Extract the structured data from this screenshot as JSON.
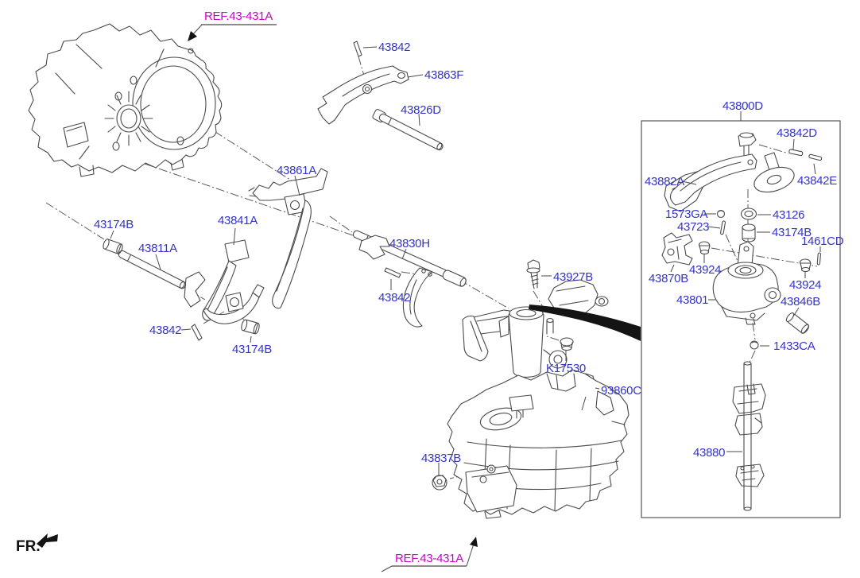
{
  "diagram": {
    "kind": "gear-shift-control-parts-diagram",
    "front_marker": "FR.",
    "assembly_box_part": "43800D"
  },
  "colors": {
    "part_label_blue": "#3434c8",
    "reference_magenta": "#cc00cc",
    "line_gray": "#4a4a4a"
  },
  "title_refs": {
    "top": "REF.43-431A",
    "bottom": "REF.43-431A"
  },
  "callouts": [
    {
      "id": "43842-top",
      "text": "43842"
    },
    {
      "id": "43863F",
      "text": "43863F"
    },
    {
      "id": "43826D",
      "text": "43826D"
    },
    {
      "id": "43800D",
      "text": "43800D"
    },
    {
      "id": "43861A",
      "text": "43861A"
    },
    {
      "id": "43882A",
      "text": "43882A"
    },
    {
      "id": "43842D",
      "text": "43842D"
    },
    {
      "id": "43842E",
      "text": "43842E"
    },
    {
      "id": "1573GA",
      "text": "1573GA"
    },
    {
      "id": "43126",
      "text": "43126"
    },
    {
      "id": "43723",
      "text": "43723"
    },
    {
      "id": "43174B-box",
      "text": "43174B"
    },
    {
      "id": "1461CD",
      "text": "1461CD"
    },
    {
      "id": "43174B-topleft",
      "text": "43174B"
    },
    {
      "id": "43811A",
      "text": "43811A"
    },
    {
      "id": "43841A",
      "text": "43841A"
    },
    {
      "id": "43830H",
      "text": "43830H"
    },
    {
      "id": "43927B",
      "text": "43927B"
    },
    {
      "id": "43870B",
      "text": "43870B"
    },
    {
      "id": "43924-left",
      "text": "43924"
    },
    {
      "id": "43924-right",
      "text": "43924"
    },
    {
      "id": "43801",
      "text": "43801"
    },
    {
      "id": "43846B",
      "text": "43846B"
    },
    {
      "id": "43842-mid",
      "text": "43842"
    },
    {
      "id": "43842-bottomleft",
      "text": "43842"
    },
    {
      "id": "43174B-bottomcenter",
      "text": "43174B"
    },
    {
      "id": "1433CA",
      "text": "1433CA"
    },
    {
      "id": "K17530",
      "text": "K17530"
    },
    {
      "id": "93860C",
      "text": "93860C"
    },
    {
      "id": "43880",
      "text": "43880"
    },
    {
      "id": "43837B",
      "text": "43837B"
    }
  ]
}
